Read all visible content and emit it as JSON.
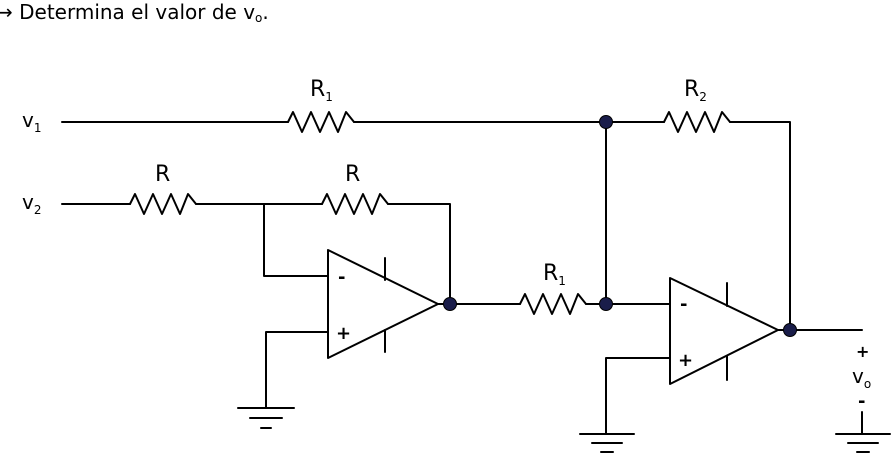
{
  "title": {
    "prefix": "→ Determina el valor de v",
    "sub": "o",
    "suffix": "."
  },
  "labels": {
    "v1": "v",
    "v1_sub": "1",
    "v2": "v",
    "v2_sub": "2",
    "r1_top": "R",
    "r1_top_sub": "1",
    "r2": "R",
    "r2_sub": "2",
    "r_in": "R",
    "r_fb": "R",
    "r1_mid": "R",
    "r1_mid_sub": "1",
    "minus": "-",
    "plus": "+",
    "vo": "v",
    "vo_sub": "o",
    "vo_plus": "+",
    "vo_minus": "-"
  },
  "colors": {
    "wire": "#000000",
    "node": "#1a1d4a"
  }
}
